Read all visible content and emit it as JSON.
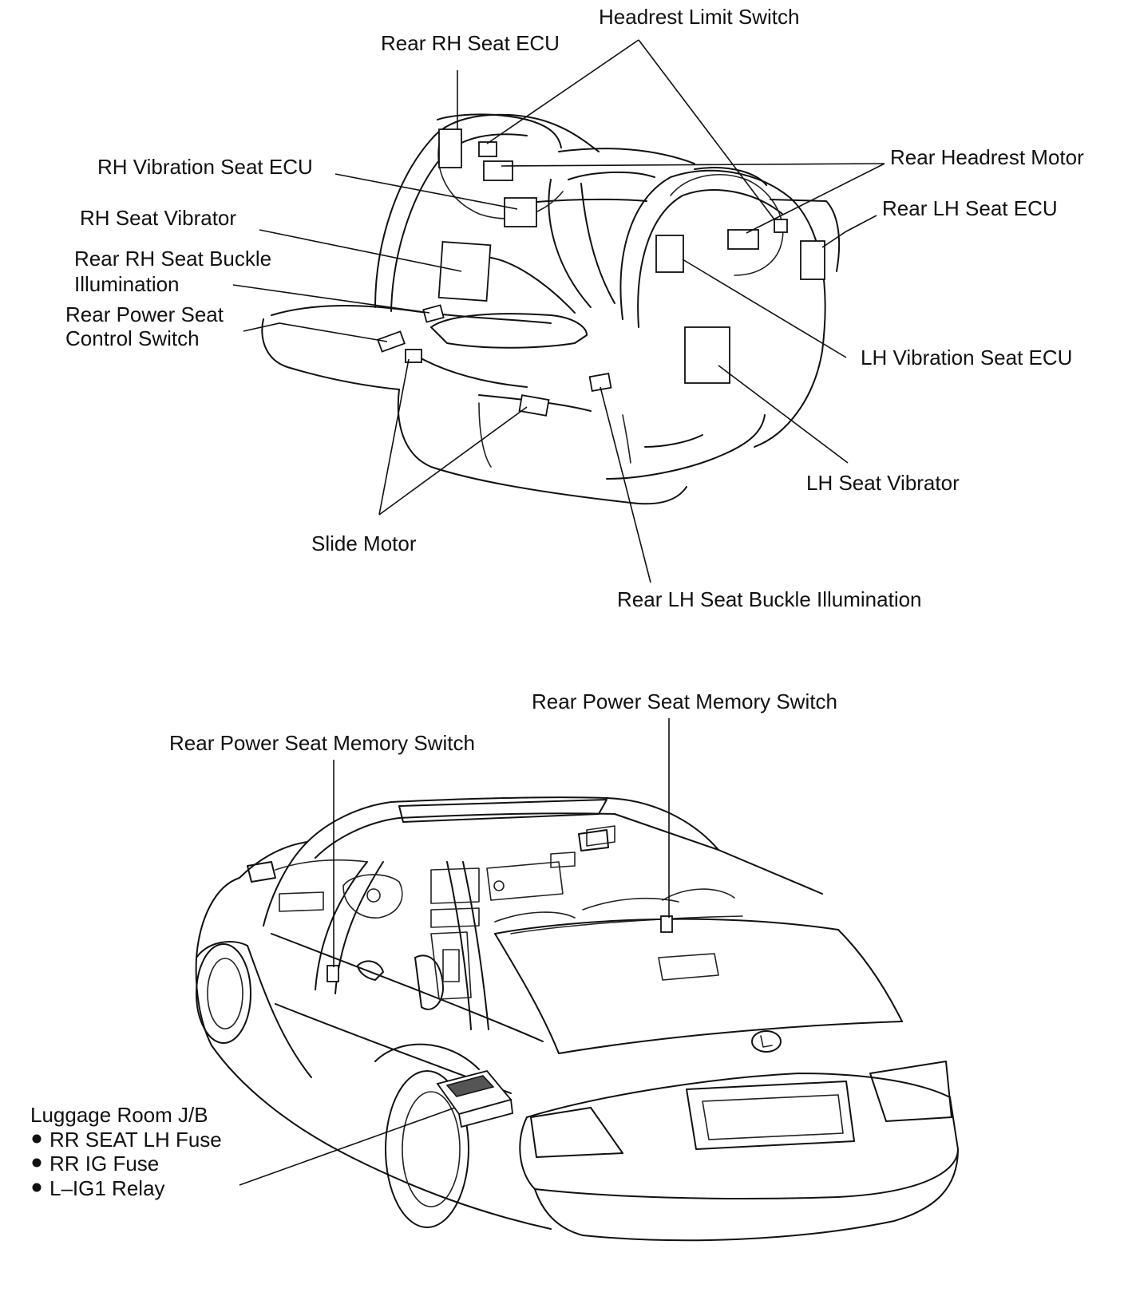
{
  "labels": {
    "headrest_limit_switch": "Headrest Limit Switch",
    "rear_rh_seat_ecu": "Rear RH Seat ECU",
    "rh_vibration_seat_ecu": "RH Vibration Seat ECU",
    "rear_headrest_motor": "Rear Headrest Motor",
    "rh_seat_vibrator": "RH Seat Vibrator",
    "rear_lh_seat_ecu": "Rear LH Seat ECU",
    "rear_rh_seat_buckle_illumination": [
      "Rear RH Seat Buckle",
      "Illumination"
    ],
    "rear_power_seat_control_switch": [
      "Rear Power Seat",
      "Control Switch"
    ],
    "lh_vibration_seat_ecu": "LH Vibration Seat ECU",
    "lh_seat_vibrator": "LH Seat Vibrator",
    "slide_motor": "Slide Motor",
    "rear_lh_seat_buckle_illumination": "Rear LH Seat Buckle Illumination",
    "rear_power_seat_memory_switch_right": "Rear Power Seat Memory Switch",
    "rear_power_seat_memory_switch_left": "Rear Power Seat Memory Switch",
    "luggage_room_jb": "Luggage Room J/B",
    "luggage_items": [
      "RR SEAT LH Fuse",
      "RR IG Fuse",
      "L–IG1 Relay"
    ]
  }
}
